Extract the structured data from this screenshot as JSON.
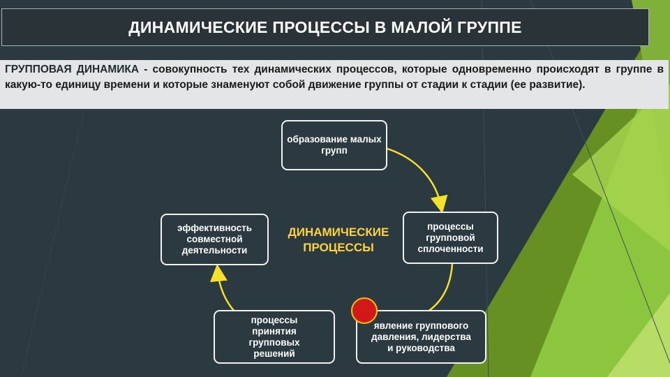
{
  "slide": {
    "title": "ДИНАМИЧЕСКИЕ ПРОЦЕССЫ В МАЛОЙ ГРУППЕ",
    "definition_term": "ГРУППОВАЯ ДИНАМИКА",
    "definition_text": " - совокупность тех динамических процессов, которые одновременно происходят в группе в какую-то единицу времени и которые знаменуют собой движение группы от стадии к стадии (ее развитие)."
  },
  "diagram": {
    "center": "ДИНАМИЧЕСКИЕ ПРОЦЕССЫ",
    "nodes": {
      "formation": "образование малых групп",
      "cohesion": "процессы групповой сплоченности",
      "pressure": "явление группового давления, лидерства и руководства",
      "decisions": "процессы принятия групповых решений",
      "effectiveness": "эффективность совместной деятельности"
    }
  },
  "colors": {
    "background": "#2b3a40",
    "arrow": "#f5e12a",
    "center_text": "#ffd43b",
    "accent_green": "#8cc63f",
    "dot": "#d11919"
  }
}
